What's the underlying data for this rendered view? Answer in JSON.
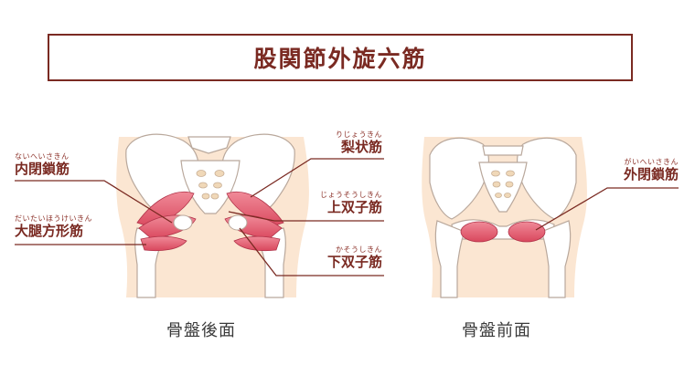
{
  "title": "股関節外旋六筋",
  "labels": {
    "naiheisakin": {
      "ruby": "ないへいさきん",
      "name": "内閉鎖筋"
    },
    "daitaihoukeikin": {
      "ruby": "だいたいほうけいきん",
      "name": "大腿方形筋"
    },
    "rijoukin": {
      "ruby": "りじょうきん",
      "name": "梨状筋"
    },
    "jousoushikin": {
      "ruby": "じょうそうしきん",
      "name": "上双子筋"
    },
    "kasoushikin": {
      "ruby": "かそうしきん",
      "name": "下双子筋"
    },
    "gaiheisakin": {
      "ruby": "がいへいさきん",
      "name": "外閉鎖筋"
    }
  },
  "captions": {
    "back": "骨盤後面",
    "front": "骨盤前面"
  },
  "colors": {
    "title_border": "#7a2a22",
    "skin": "#fbe6d2",
    "bone": "#ffffff",
    "bone_outline": "#b9a89c",
    "muscle": "#e0566a",
    "leader_line": "#7a2a22"
  }
}
